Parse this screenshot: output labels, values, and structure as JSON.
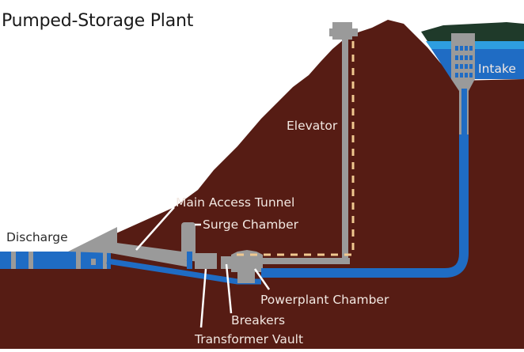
{
  "title": "Pumped-Storage Plant",
  "labels": {
    "discharge": "Discharge",
    "main_access_tunnel": "Main Access Tunnel",
    "surge_chamber": "Surge Chamber",
    "elevator": "Elevator",
    "intake": "Intake",
    "powerplant_chamber": "Powerplant Chamber",
    "breakers": "Breakers",
    "transformer_vault": "Transformer Vault"
  },
  "colors": {
    "background": "#ffffff",
    "rock": "#561c14",
    "water": "#1f6cc4",
    "water_light": "#2e9ee0",
    "structure": "#9a9a9a",
    "forest": "#1f3a2a",
    "dash": "#f0c890",
    "leader": "#ffffff"
  }
}
